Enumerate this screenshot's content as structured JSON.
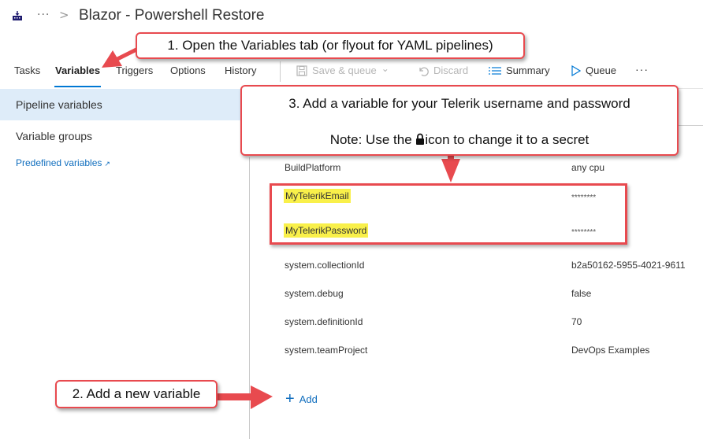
{
  "header": {
    "app_icon": "pipeline-build-icon",
    "breadcrumb_more": "···",
    "breadcrumb_chevron": ">",
    "title": "Blazor - Powershell Restore"
  },
  "tabs": [
    {
      "label": "Tasks",
      "active": false
    },
    {
      "label": "Variables",
      "active": true
    },
    {
      "label": "Triggers",
      "active": false
    },
    {
      "label": "Options",
      "active": false
    },
    {
      "label": "History",
      "active": false
    }
  ],
  "toolbar": {
    "save_queue": {
      "label": "Save & queue",
      "icon": "save-icon",
      "disabled": true
    },
    "save_queue_chevron": "⌄",
    "discard": {
      "label": "Discard",
      "icon": "undo-icon",
      "disabled": true
    },
    "summary": {
      "label": "Summary",
      "icon": "list-icon"
    },
    "queue": {
      "label": "Queue",
      "icon": "play-icon"
    },
    "more": "···"
  },
  "sidebar": {
    "items": [
      {
        "label": "Pipeline variables",
        "selected": true
      },
      {
        "label": "Variable groups",
        "selected": false
      }
    ],
    "link": {
      "label": "Predefined variables",
      "icon": "external-link-icon"
    }
  },
  "variables": [
    {
      "name": "BuildPlatform",
      "value": "any cpu",
      "highlighted": false
    },
    {
      "name": "MyTelerikEmail",
      "value": "********",
      "highlighted": true,
      "secret": true
    },
    {
      "name": "MyTelerikPassword",
      "value": "********",
      "highlighted": true,
      "secret": true
    },
    {
      "name": "system.collectionId",
      "value": "b2a50162-5955-4021-9611",
      "highlighted": false
    },
    {
      "name": "system.debug",
      "value": "false",
      "highlighted": false
    },
    {
      "name": "system.definitionId",
      "value": "70",
      "highlighted": false
    },
    {
      "name": "system.teamProject",
      "value": "DevOps Examples",
      "highlighted": false
    }
  ],
  "add_button": {
    "label": "Add",
    "icon": "plus-icon"
  },
  "callouts": {
    "step1": "1. Open the Variables tab (or flyout for YAML pipelines)",
    "step2": "2. Add a new variable",
    "step3_line1": "3. Add a variable for your Telerik username and password",
    "step3_note_before": "Note: Use the ",
    "step3_note_after": "icon to change it to a secret"
  },
  "colors": {
    "accent": "#0078d4",
    "link": "#106ebe",
    "selected_bg": "#deecf9",
    "callout_border": "#e84a4f",
    "highlight": "#f9f04a"
  }
}
